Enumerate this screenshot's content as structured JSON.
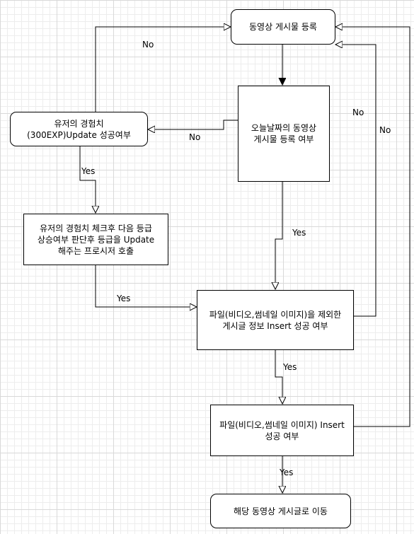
{
  "nodes": {
    "register": "동영상 게시물 등록",
    "today_check": "오늘날짜의 동영상\n게시물 등록 여부",
    "exp_update": "유저의 경험치\n(300EXP)Update 성공여부",
    "grade_proc": "유저의 경험치 체크후 다음 등급\n상승여부 판단후 등급을 Update\n해주는 프로시저 호출",
    "info_insert": "파일(비디오,썸네일 이미지)을 제외한\n게시글 정보 Insert  성공 여부",
    "file_insert": "파일(비디오,썸네일 이미지) Insert\n성공 여부",
    "move": "해당 동영상 게시글로 이동"
  },
  "edge_labels": {
    "no_exp_to_register": "No",
    "no_today_to_exp": "No",
    "no_info_to_register": "No",
    "no_file_to_register": "No",
    "yes_exp_to_grade": "Yes",
    "yes_today_to_info": "Yes",
    "yes_grade_to_info": "Yes",
    "yes_info_to_file": "Yes",
    "yes_file_to_move": "Yes"
  }
}
